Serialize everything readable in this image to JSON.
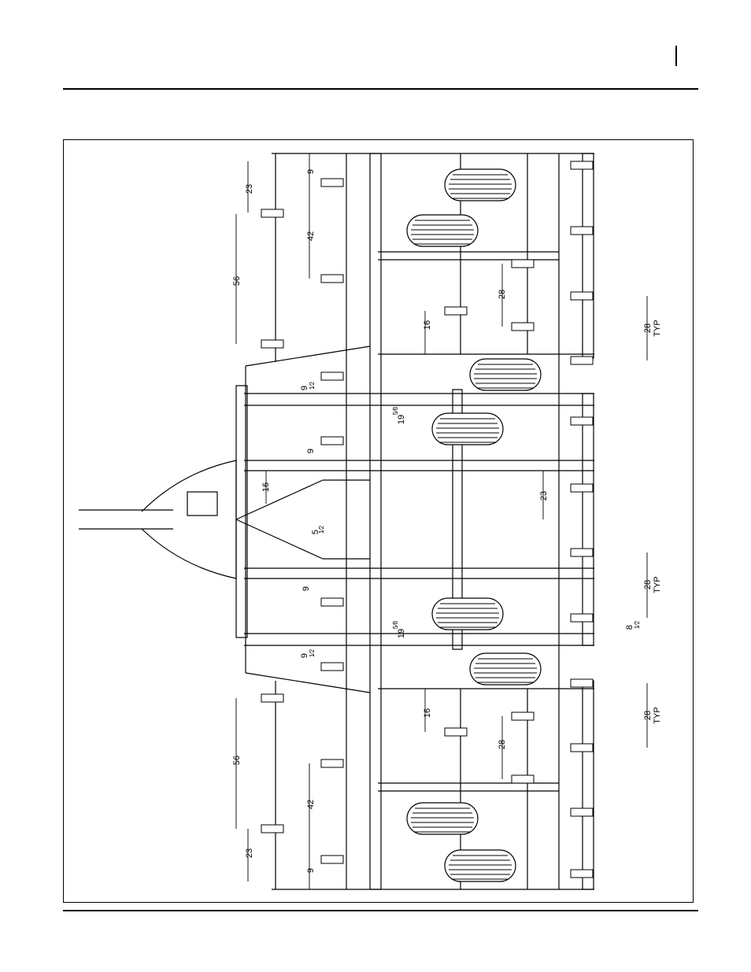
{
  "drawing": {
    "dimensions": {
      "d23_top": "23",
      "d56_top": "56",
      "d9_top": "9",
      "d42_top": "42",
      "d9half_top": "9",
      "d9half_top_frac": "1⁄2",
      "d19_top": "19",
      "d19_top_frac": "5⁄8",
      "d16_top": "16",
      "d28_top": "28",
      "d9_mid": "9",
      "d16_mid": "16",
      "d5half": "5",
      "d5half_frac": "1⁄2",
      "d23_mid": "23",
      "d9_mid2": "9",
      "d19_bot": "19",
      "d19_bot_frac": "5⁄8",
      "d9half_bot": "9",
      "d9half_bot_frac": "1⁄2",
      "d16_bot": "16",
      "d28_bot": "28",
      "d56_bot": "56",
      "d42_bot": "42",
      "d23_bot": "23",
      "d9_bot": "9",
      "d28typ_1": "28",
      "typ_1": "TYP",
      "d28typ_2": "28",
      "typ_2": "TYP",
      "d28typ_3": "28",
      "typ_3": "TYP",
      "d8half": "8",
      "d8half_frac": "1⁄2"
    }
  }
}
